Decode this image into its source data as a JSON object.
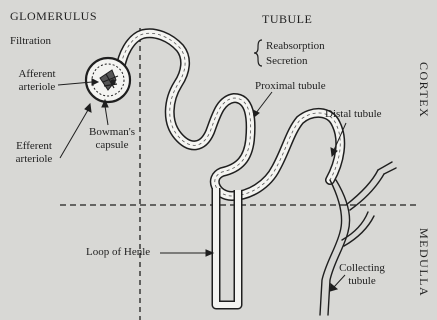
{
  "headers": {
    "glomerulus": "GLOMERULUS",
    "tubule": "TUBULE"
  },
  "labels": {
    "filtration": "Filtration",
    "reabsorption": "Reabsorption",
    "secretion": "Secretion",
    "afferent_line1": "Afferent",
    "afferent_line2": "arteriole",
    "efferent_line1": "Efferent",
    "efferent_line2": "arteriole",
    "bowmans_line1": "Bowman's",
    "bowmans_line2": "capsule",
    "proximal": "Proximal tubule",
    "distal": "Distal tubule",
    "loop": "Loop of Henle",
    "collecting_line1": "Collecting",
    "collecting_line2": "tubule"
  },
  "zones": {
    "cortex": "CORTEX",
    "medulla": "MEDULLA"
  },
  "colors": {
    "ink": "#1f1f1f",
    "background": "#d8d8d5",
    "tube_fill": "#f4f4f1"
  }
}
